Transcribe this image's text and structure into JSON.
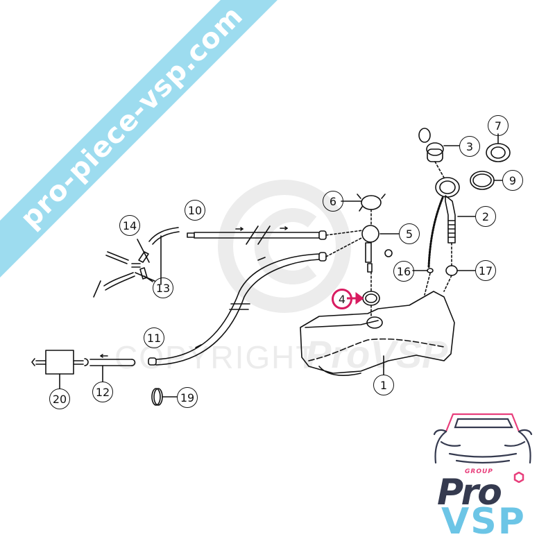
{
  "watermark": {
    "banner_text": "pro-piece-vsp.com",
    "banner_color": "#9ddcef",
    "copyright_text": "COPYRIGHT",
    "copyright_brand": "ProVSP"
  },
  "diagram": {
    "type": "exploded parts diagram — windscreen washer reservoir system",
    "highlight_color": "#d81b60",
    "highlighted_part": "4",
    "callouts": [
      {
        "id": "1",
        "label": "1"
      },
      {
        "id": "2",
        "label": "2"
      },
      {
        "id": "3",
        "label": "3"
      },
      {
        "id": "4",
        "label": "4"
      },
      {
        "id": "5",
        "label": "5"
      },
      {
        "id": "6",
        "label": "6"
      },
      {
        "id": "7",
        "label": "7"
      },
      {
        "id": "9",
        "label": "9"
      },
      {
        "id": "10",
        "label": "10"
      },
      {
        "id": "11",
        "label": "11"
      },
      {
        "id": "12",
        "label": "12"
      },
      {
        "id": "13",
        "label": "13"
      },
      {
        "id": "14",
        "label": "14"
      },
      {
        "id": "16",
        "label": "16"
      },
      {
        "id": "17",
        "label": "17"
      },
      {
        "id": "19",
        "label": "19"
      },
      {
        "id": "20",
        "label": "20"
      }
    ]
  },
  "logo": {
    "group_text": "GROUP",
    "pro_text": "Pro",
    "vsp_text": "VSP",
    "colors": {
      "dark": "#353a4f",
      "blue": "#6cc5e6",
      "pink": "#e83e7b"
    }
  }
}
